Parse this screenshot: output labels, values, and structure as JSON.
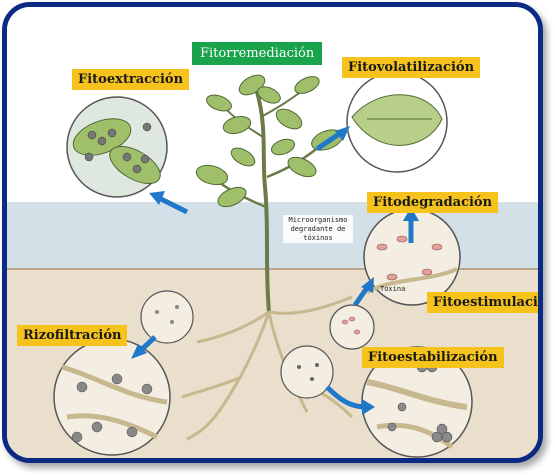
{
  "title": "Fitorremediación",
  "labels": {
    "fitoextraccion": "Fitoextracción",
    "fitovolatilizacion": "Fitovolatilización",
    "fitodegradacion": "Fitodegradación",
    "fitoestimulacion": "Fitoestimulación",
    "rizofiltracion": "Rizofiltración",
    "fitoestabilizacion": "Fitoestabilización"
  },
  "annotations": {
    "microorganismo": "Microorganismo degradante de tóxinos",
    "toxina": "Toxina"
  },
  "colors": {
    "frame": "#0b2a83",
    "label_bg": "#f6c31c",
    "title_bg": "#19a34a",
    "arrow": "#1f78c8",
    "sky": "#cfdde6",
    "soil": "#e9dfcc"
  }
}
